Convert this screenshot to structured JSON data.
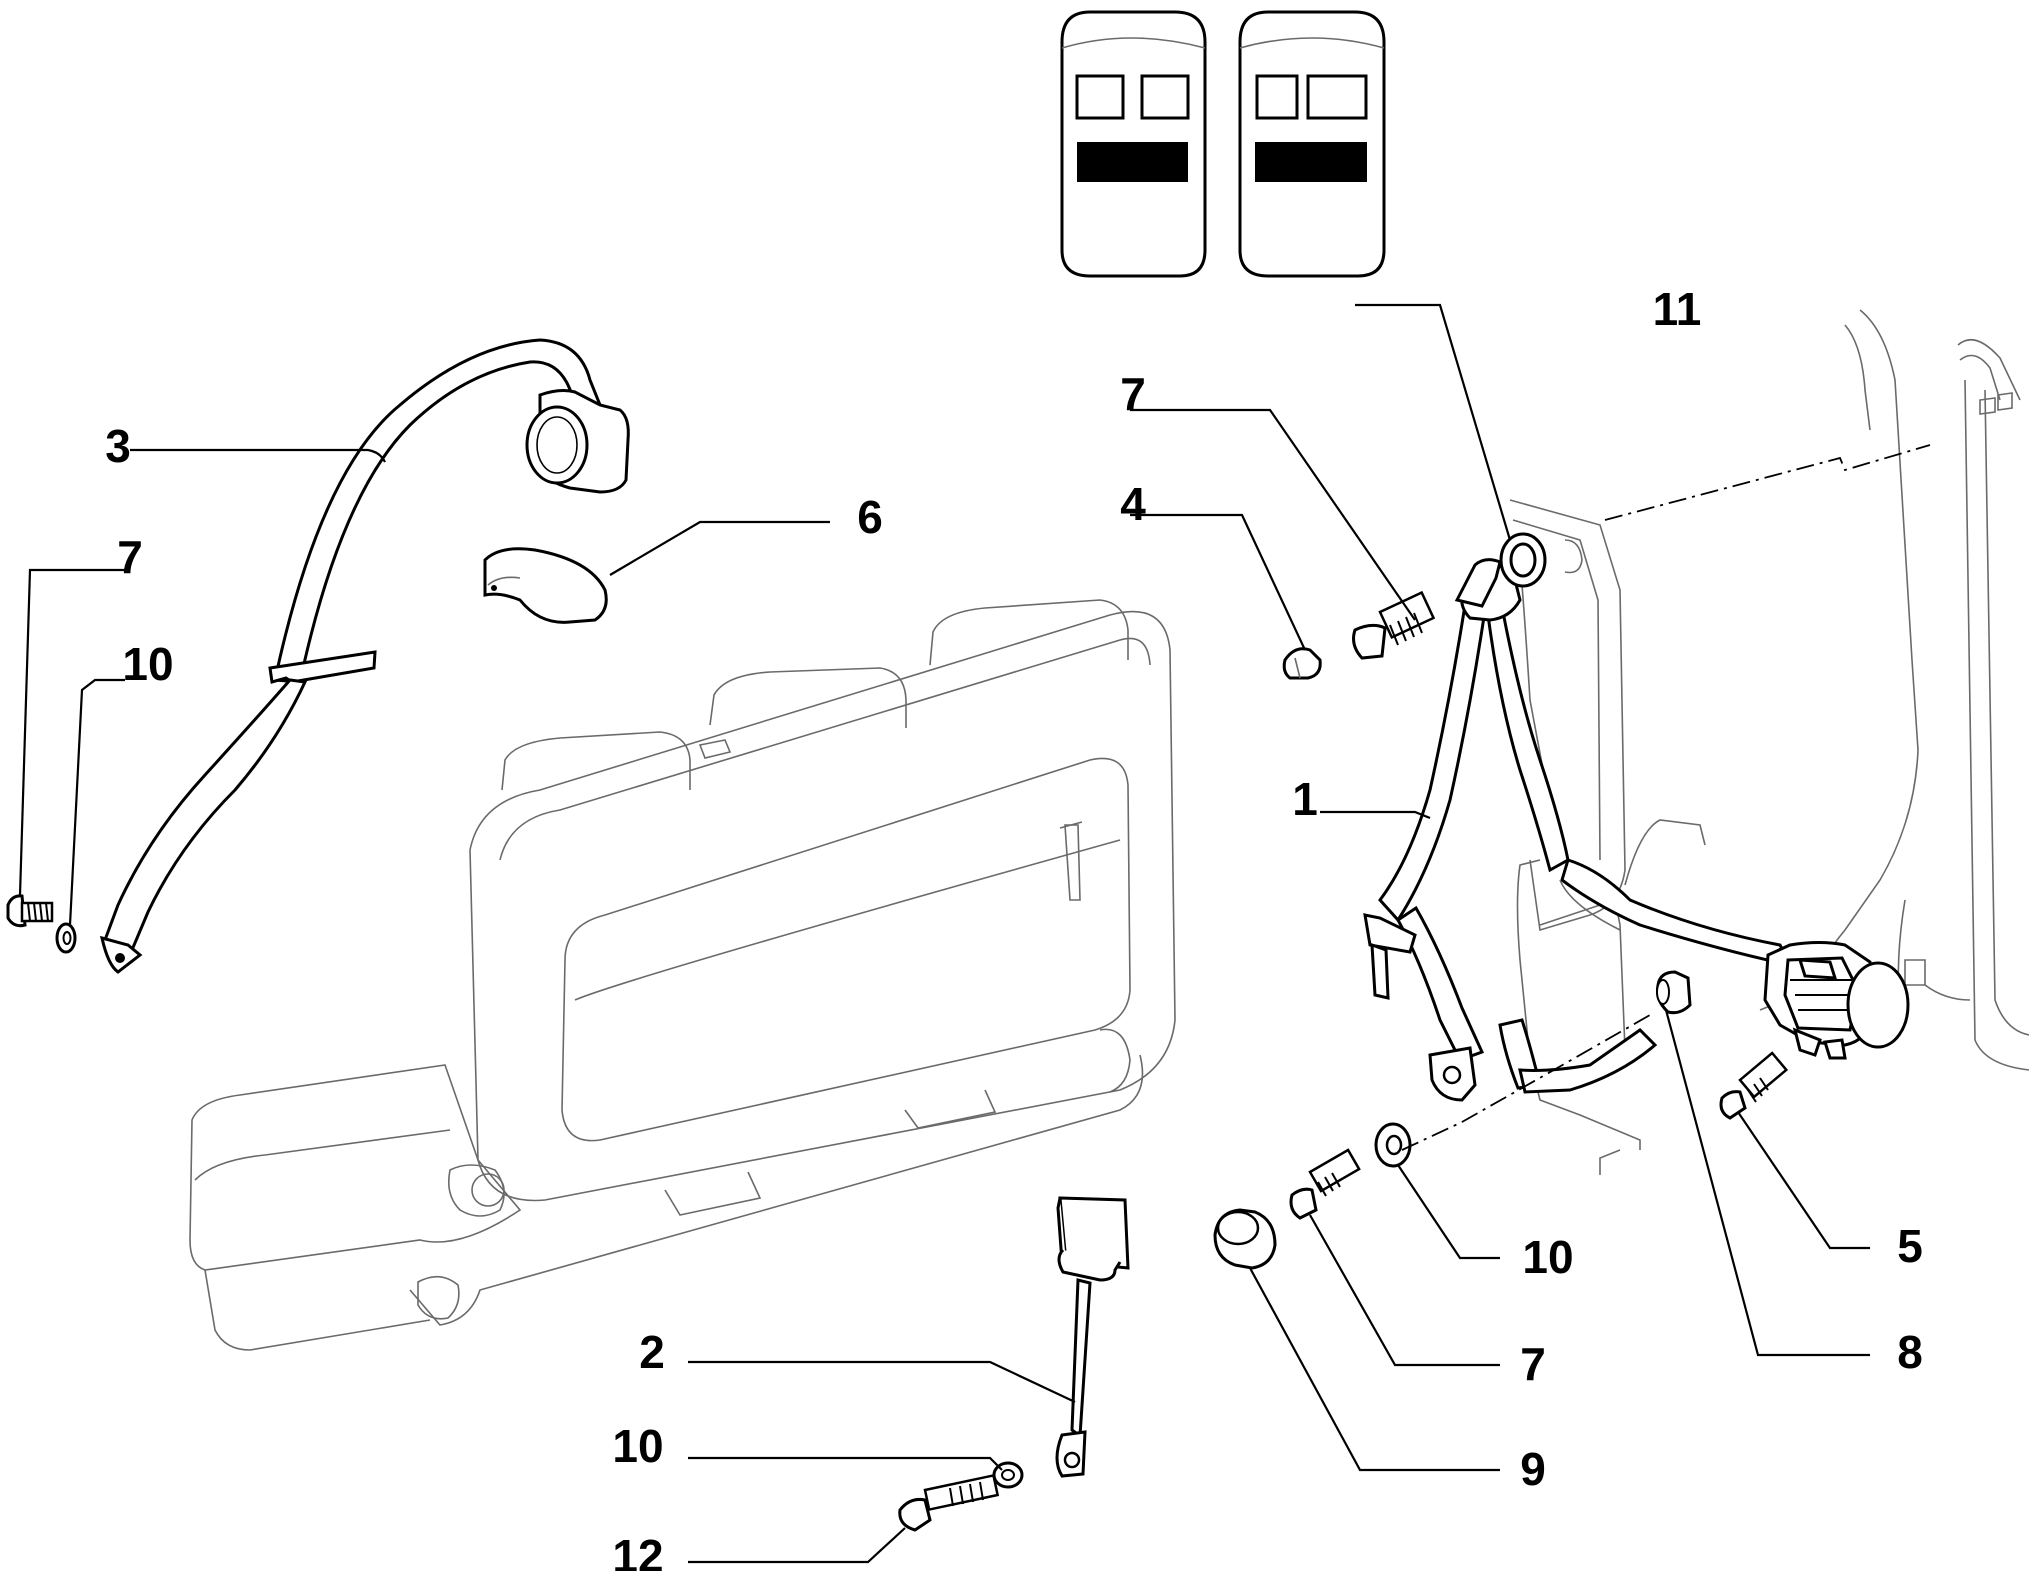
{
  "diagram": {
    "callouts": [
      {
        "id": "c1",
        "text": "1"
      },
      {
        "id": "c2",
        "text": "2"
      },
      {
        "id": "c3",
        "text": "3"
      },
      {
        "id": "c4",
        "text": "4"
      },
      {
        "id": "c5",
        "text": "5"
      },
      {
        "id": "c6",
        "text": "6"
      },
      {
        "id": "c7a",
        "text": "7"
      },
      {
        "id": "c7b",
        "text": "7"
      },
      {
        "id": "c7c",
        "text": "7"
      },
      {
        "id": "c8",
        "text": "8"
      },
      {
        "id": "c9",
        "text": "9"
      },
      {
        "id": "c10a",
        "text": "10"
      },
      {
        "id": "c10b",
        "text": "10"
      },
      {
        "id": "c10c",
        "text": "10"
      },
      {
        "id": "c11",
        "text": "11"
      },
      {
        "id": "c12",
        "text": "12"
      }
    ]
  }
}
